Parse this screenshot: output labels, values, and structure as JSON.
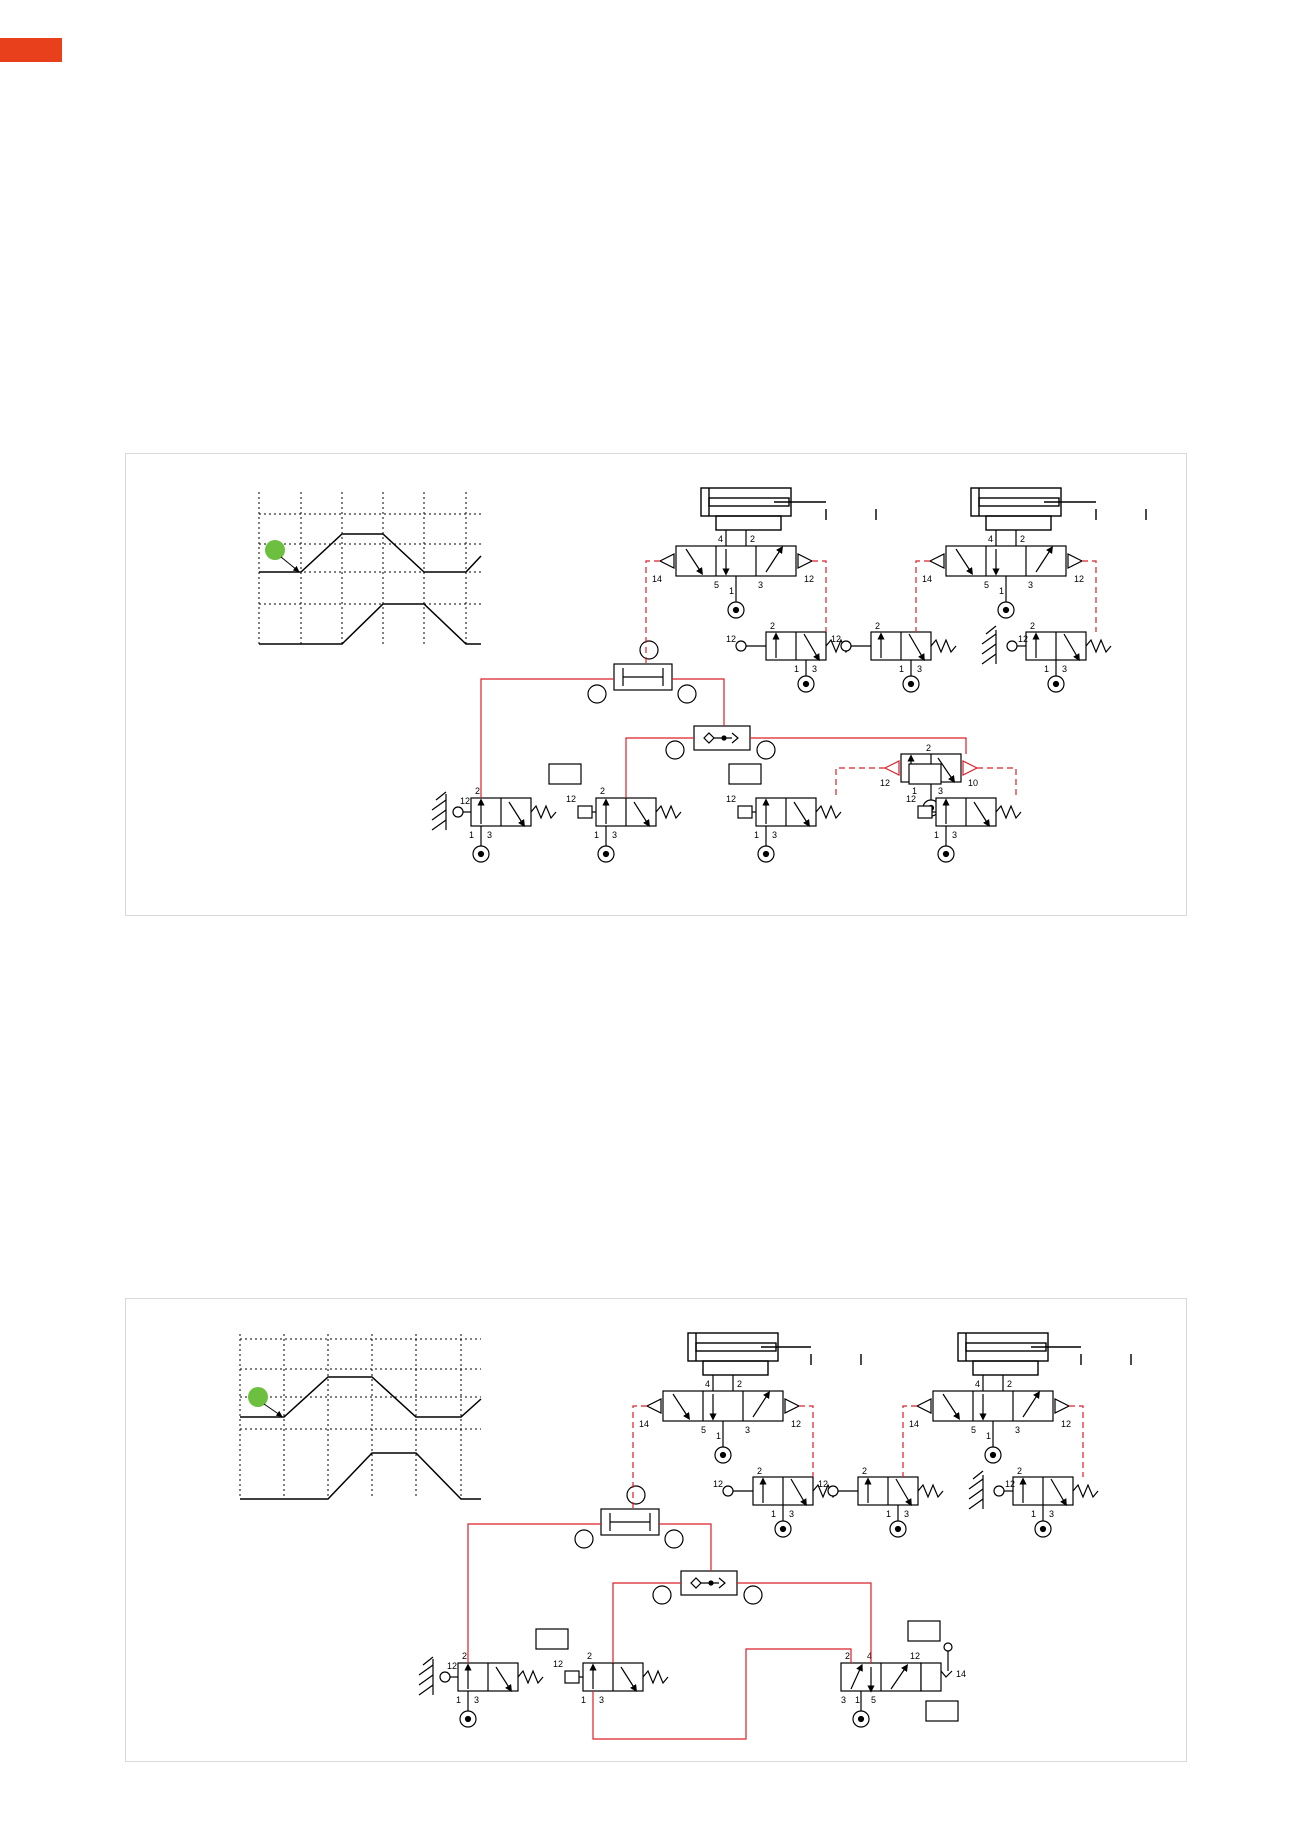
{
  "page": {
    "accent_color": "#e8401c",
    "line_red": "#d9202a",
    "marker_green": "#6cbf3f"
  },
  "diagram_1": {
    "port_labels": {
      "p2": "2",
      "p4": "4",
      "p5": "5",
      "p1": "1",
      "p3": "3",
      "p12": "12",
      "p14": "14",
      "p10": "10"
    }
  },
  "diagram_2": {
    "port_labels": {
      "p2": "2",
      "p4": "4",
      "p5": "5",
      "p1": "1",
      "p3": "3",
      "p12": "12",
      "p14": "14"
    }
  }
}
